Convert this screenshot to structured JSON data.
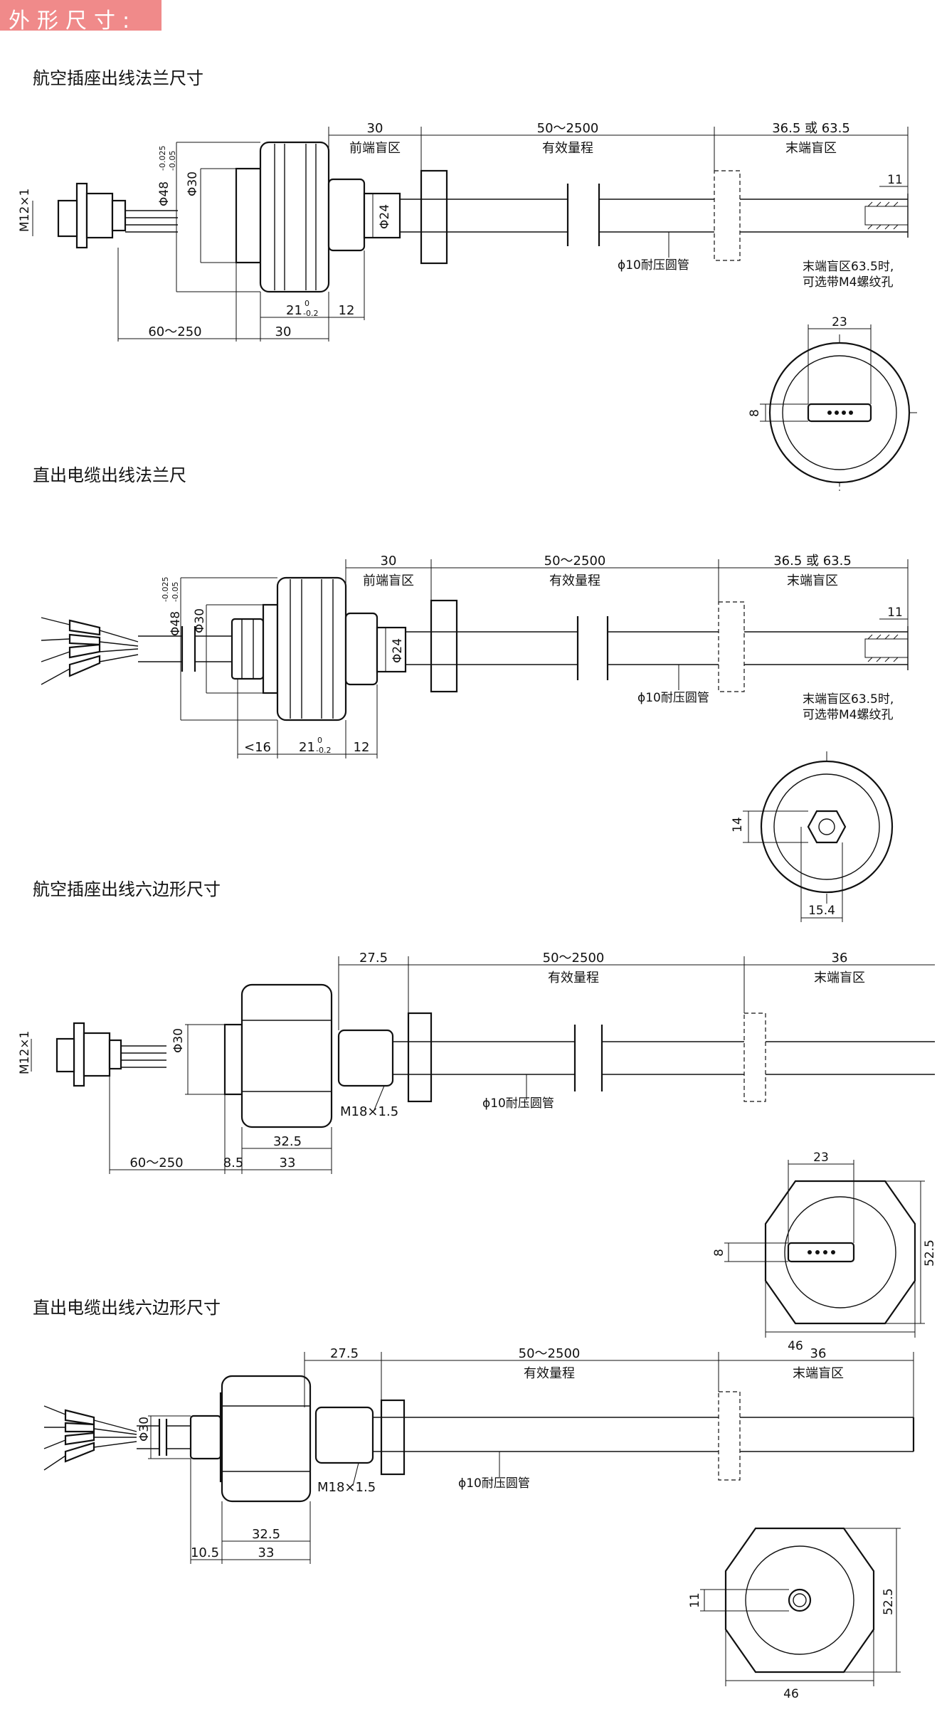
{
  "page_title": "外形尺寸:",
  "sections": {
    "s1": {
      "title": "航空插座出线法兰尺寸",
      "dims": {
        "m12": "M12×1",
        "phi48": "Φ48",
        "tol48_top": "-0.025",
        "tol48_bot": "-0.05",
        "phi30": "Φ30",
        "phi24": "Φ24",
        "front_len": "30",
        "front_label": "前端盲区",
        "range_len": "50～2500",
        "range_label": "有效量程",
        "end_len": "36.5 或 63.5",
        "end_label": "末端盲区",
        "tip": "11",
        "d21": "21",
        "tol21_top": "0",
        "tol21_bot": "-0.2",
        "d12": "12",
        "d60": "60～250",
        "d30b": "30",
        "tube": "ϕ10耐压圆管",
        "note1": "末端盲区63.5时,",
        "note2": "可选带M4螺纹孔",
        "end_w": "23",
        "end_h": "8"
      }
    },
    "s2": {
      "title": "直出电缆出线法兰尺",
      "dims": {
        "phi48": "Φ48",
        "tol48_top": "-0.025",
        "tol48_bot": "-0.05",
        "phi30": "Φ30",
        "phi24": "Φ24",
        "front_len": "30",
        "front_label": "前端盲区",
        "range_len": "50～2500",
        "range_label": "有效量程",
        "end_len": "36.5 或 63.5",
        "end_label": "末端盲区",
        "tip": "11",
        "d16": "<16",
        "d21": "21",
        "tol21_top": "0",
        "tol21_bot": "-0.2",
        "d12": "12",
        "tube": "ϕ10耐压圆管",
        "note1": "末端盲区63.5时,",
        "note2": "可选带M4螺纹孔",
        "end_h": "14",
        "end_w": "15.4"
      }
    },
    "s3": {
      "title": "航空插座出线六边形尺寸",
      "dims": {
        "m12": "M12×1",
        "phi30": "Φ30",
        "front_len": "27.5",
        "range_len": "50～2500",
        "range_label": "有效量程",
        "end_len": "36",
        "end_label": "末端盲区",
        "thread": "M18×1.5",
        "tube": "ϕ10耐压圆管",
        "d60": "60～250",
        "d8_5": "8.5",
        "d32_5": "32.5",
        "d33": "33",
        "end_w": "23",
        "end_h": "8",
        "hex_h": "52.5",
        "hex_w": "46"
      }
    },
    "s4": {
      "title": "直出电缆出线六边形尺寸",
      "dims": {
        "phi30": "Φ30",
        "front_len": "27.5",
        "range_len": "50～2500",
        "range_label": "有效量程",
        "end_len": "36",
        "end_label": "末端盲区",
        "thread": "M18×1.5",
        "tube": "ϕ10耐压圆管",
        "d10_5": "10.5",
        "d32_5": "32.5",
        "d33": "33",
        "end_h": "11",
        "hex_h": "52.5",
        "hex_w": "46"
      }
    }
  }
}
